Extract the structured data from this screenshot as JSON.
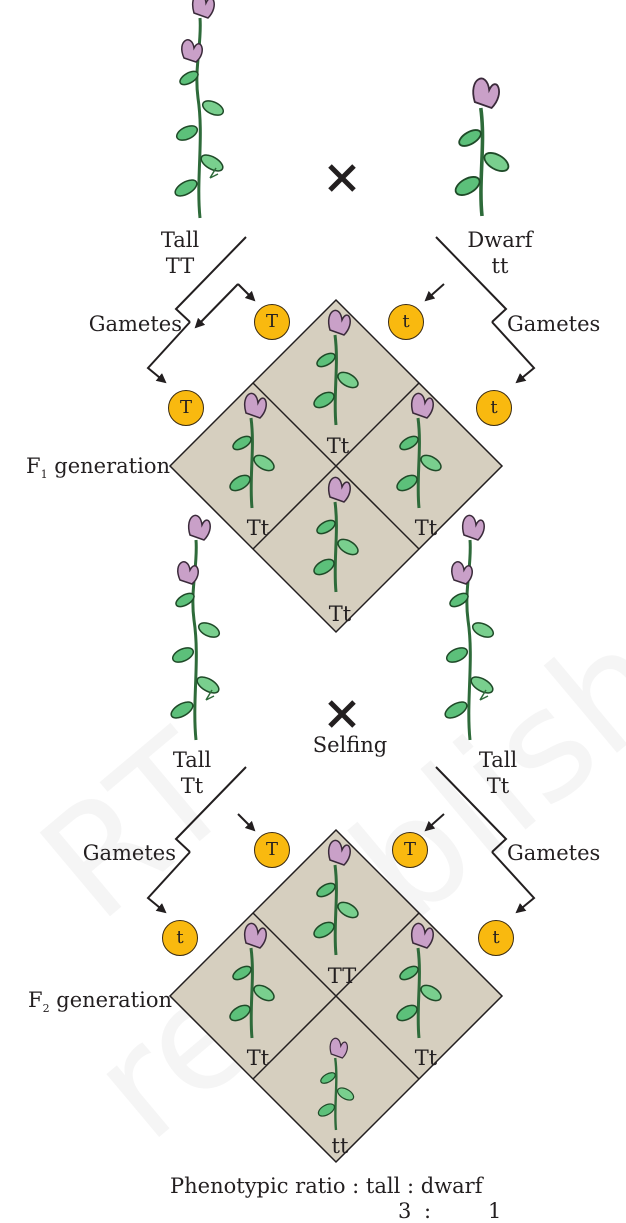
{
  "colors": {
    "square_fill": "#d6cfbf",
    "gamete_fill": "#f9b90f",
    "line": "#231f20",
    "leaf": "#3fae5a",
    "flower": "#c9a0c8"
  },
  "icons": {
    "plant": "pea-plant-icon",
    "cross": "cross-mark-icon"
  },
  "parents": {
    "left_label": "Tall",
    "left_genotype": "TT",
    "right_label": "Dwarf",
    "right_genotype": "tt"
  },
  "f1_gametes": {
    "left_label": "Gametes",
    "right_label": "Gametes",
    "left_top": "T",
    "left_bottom": "T",
    "right_top": "t",
    "right_bottom": "t"
  },
  "f1": {
    "label_prefix": "F",
    "label_sub": "1",
    "label_suffix": " generation",
    "cells": {
      "top": "Tt",
      "left": "Tt",
      "right": "Tt",
      "bottom": "Tt"
    }
  },
  "selfing": {
    "left_label": "Tall",
    "left_genotype": "Tt",
    "right_label": "Tall",
    "right_genotype": "Tt",
    "cross_label": "Selfing"
  },
  "f2_gametes": {
    "left_label": "Gametes",
    "right_label": "Gametes",
    "left_top": "T",
    "left_bottom": "t",
    "right_top": "T",
    "right_bottom": "t"
  },
  "f2": {
    "label_prefix": "F",
    "label_sub": "2",
    "label_suffix": " generation",
    "cells": {
      "top": "TT",
      "left": "Tt",
      "right": "Tt",
      "bottom": "tt"
    }
  },
  "ratio": {
    "label": "Phenotypic ratio : tall : dwarf",
    "tall_value": "3",
    "separator": ":",
    "dwarf_value": "1"
  },
  "watermark": {
    "line1": "RT",
    "line2": "republished"
  }
}
